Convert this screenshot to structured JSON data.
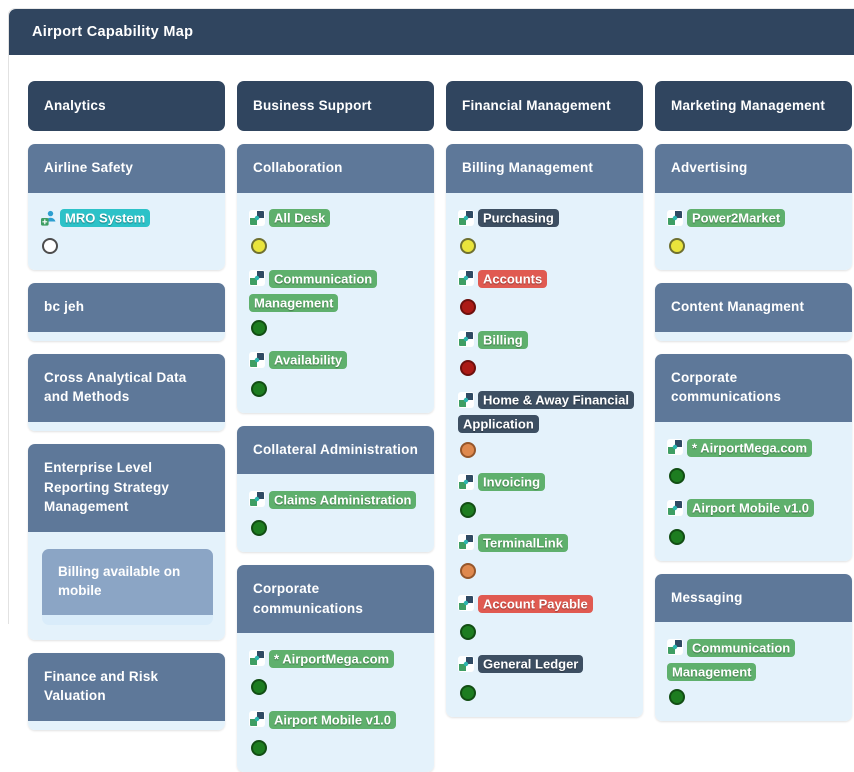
{
  "header": {
    "title": "Airport Capability Map"
  },
  "theme": {
    "titlebar_bg": "#30455f",
    "column_header_bg": "#30455f",
    "capability_header_bg": "#5e7899",
    "capability_body_bg": "#e4f2fb",
    "sub_capability_header_bg": "#8ba5c5",
    "label_colors": {
      "green": "#5fb06d",
      "teal": "#2cc2c8",
      "red": "#e05a51",
      "dark": "#3d4f62"
    },
    "status_colors": {
      "empty": "#ffffff",
      "yellow": "#e9e43c",
      "green": "#1d7d20",
      "red": "#ac1b16",
      "orange": "#df894e"
    }
  },
  "columns": [
    {
      "title": "Analytics",
      "capabilities": [
        {
          "name": "Airline Safety",
          "apps": [
            {
              "label": "MRO System",
              "tone": "teal",
              "status": "empty"
            }
          ]
        },
        {
          "name": "bc jeh",
          "apps": []
        },
        {
          "name": "Cross Analytical Data and Methods",
          "apps": []
        },
        {
          "name": "Enterprise Level Reporting Strategy Management",
          "apps": [],
          "children": [
            {
              "name": "Billing available on mobile"
            }
          ]
        },
        {
          "name": "Finance and Risk Valuation",
          "apps": []
        }
      ]
    },
    {
      "title": "Business Support",
      "capabilities": [
        {
          "name": "Collaboration",
          "apps": [
            {
              "label": "All Desk",
              "tone": "green",
              "status": "yellow"
            },
            {
              "label": "Communication Management",
              "tone": "green",
              "status": "green"
            },
            {
              "label": "Availability",
              "tone": "green",
              "status": "green"
            }
          ]
        },
        {
          "name": "Collateral Administration",
          "apps": [
            {
              "label": "Claims Administration",
              "tone": "green",
              "status": "green"
            }
          ]
        },
        {
          "name": "Corporate communications",
          "apps": [
            {
              "label": "* AirportMega.com",
              "tone": "green",
              "status": "green"
            },
            {
              "label": "Airport Mobile v1.0",
              "tone": "green",
              "status": "green"
            }
          ]
        }
      ]
    },
    {
      "title": "Financial Management",
      "capabilities": [
        {
          "name": "Billing Management",
          "apps": [
            {
              "label": "Purchasing",
              "tone": "dark",
              "status": "yellow"
            },
            {
              "label": "Accounts",
              "tone": "red",
              "status": "red"
            },
            {
              "label": "Billing",
              "tone": "green",
              "status": "red"
            },
            {
              "label": "Home & Away Financial Application",
              "tone": "dark",
              "status": "orange"
            },
            {
              "label": "Invoicing",
              "tone": "green",
              "status": "green"
            },
            {
              "label": "TerminalLink",
              "tone": "green",
              "status": "orange"
            },
            {
              "label": "Account Payable",
              "tone": "red",
              "status": "green"
            },
            {
              "label": "General Ledger",
              "tone": "dark",
              "status": "green"
            }
          ]
        }
      ]
    },
    {
      "title": "Marketing Management",
      "capabilities": [
        {
          "name": "Advertising",
          "apps": [
            {
              "label": "Power2Market",
              "tone": "green",
              "status": "yellow"
            }
          ]
        },
        {
          "name": "Content Managment",
          "apps": []
        },
        {
          "name": "Corporate communications",
          "apps": [
            {
              "label": "* AirportMega.com",
              "tone": "green",
              "status": "green"
            },
            {
              "label": "Airport Mobile v1.0",
              "tone": "green",
              "status": "green"
            }
          ]
        },
        {
          "name": "Messaging",
          "apps": [
            {
              "label": "Communication Management",
              "tone": "green",
              "status": "green"
            }
          ]
        }
      ]
    }
  ]
}
